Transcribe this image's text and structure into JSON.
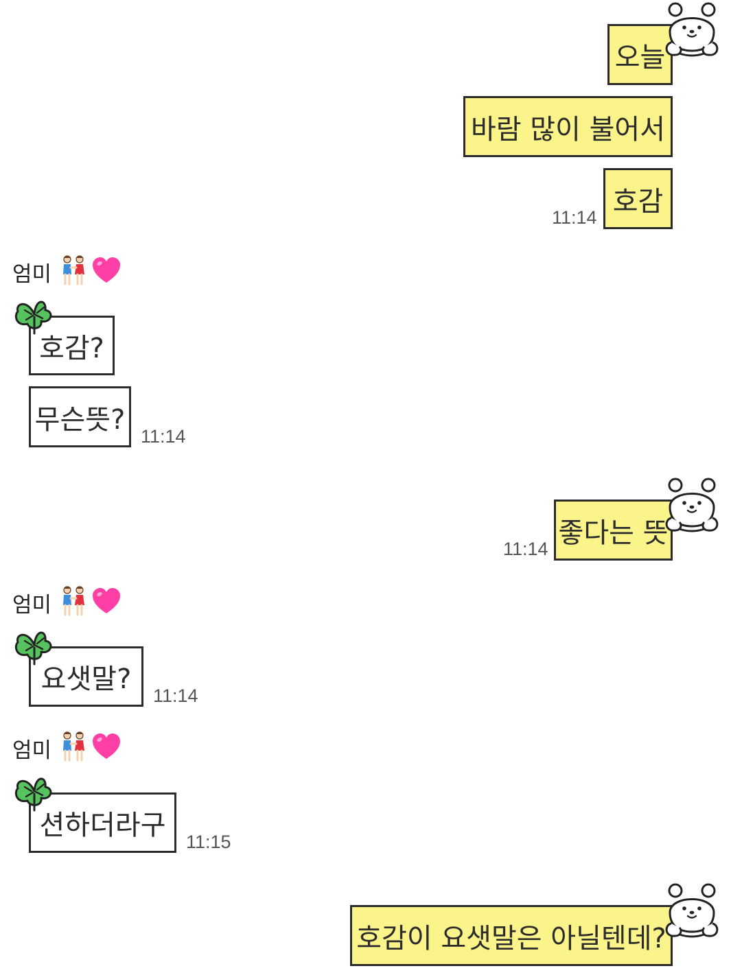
{
  "colors": {
    "my_bubble": "#fbf48a",
    "their_bubble": "#ffffff",
    "border": "#2b2b2b",
    "heart": "#ff3fa6",
    "clover": "#56c35e",
    "timestamp": "#555555"
  },
  "messages": [
    {
      "from": "me",
      "text": "오늘",
      "avatar_icon": "bear-sticker-icon"
    },
    {
      "from": "me",
      "text": "바람 많이 불어서"
    },
    {
      "from": "me",
      "text": "호감",
      "time": "11:14"
    },
    {
      "from": "mom",
      "sender": "엄미",
      "text": "호감?",
      "avatar_icon": "clover-sticker-icon"
    },
    {
      "from": "mom",
      "text": "무슨뜻?",
      "time": "11:14"
    },
    {
      "from": "me",
      "text": "좋다는 뜻",
      "time": "11:14",
      "avatar_icon": "bear-sticker-icon"
    },
    {
      "from": "mom",
      "sender": "엄미",
      "text": "요샛말?",
      "time": "11:14",
      "avatar_icon": "clover-sticker-icon"
    },
    {
      "from": "mom",
      "sender": "엄미",
      "text": "션하더라구",
      "time": "11:15",
      "avatar_icon": "clover-sticker-icon"
    },
    {
      "from": "me",
      "text": "호감이 요샛말은 아닐텐데?",
      "avatar_icon": "bear-sticker-icon"
    }
  ]
}
